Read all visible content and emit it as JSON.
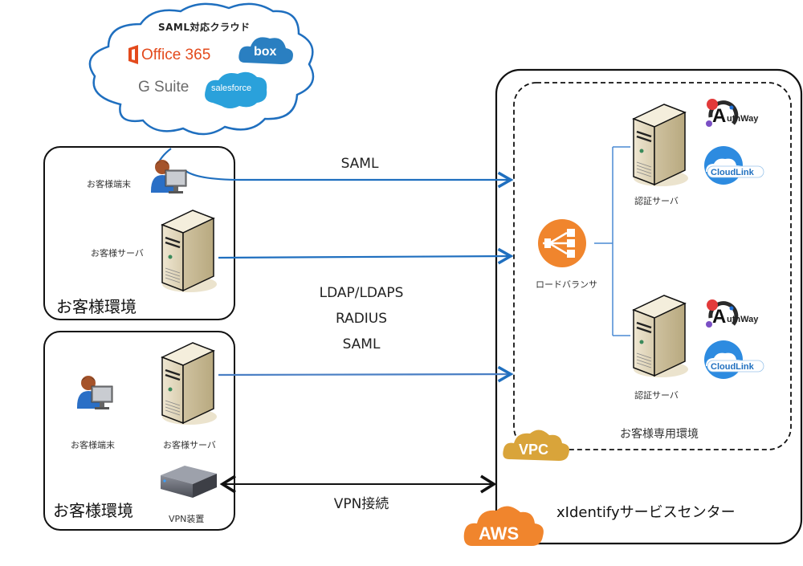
{
  "cloud": {
    "title": "SAML対応クラウド",
    "services": [
      {
        "name": "Office 365",
        "icon": "office365-logo",
        "color": "#e34a1c"
      },
      {
        "name": "box",
        "icon": "box-logo",
        "color": "#2a7fc1"
      },
      {
        "name": "G Suite",
        "icon": "gsuite-logo",
        "color": "#6b6b6b"
      },
      {
        "name": "salesforce",
        "icon": "salesforce-logo",
        "color": "#2aa1db"
      }
    ]
  },
  "customer_env_1": {
    "title": "お客様環境",
    "terminal_label": "お客様端末",
    "server_label": "お客様サーバ"
  },
  "customer_env_2": {
    "title": "お客様環境",
    "terminal_label": "お客様端末",
    "server_label": "お客様サーバ",
    "vpn_label": "VPN装置"
  },
  "protocols": {
    "saml_top": "SAML",
    "middle": [
      "LDAP/LDAPS",
      "RADIUS",
      "SAML"
    ],
    "vpn": "VPN接続"
  },
  "service_center": {
    "title": "xIdentifyサービスセンター",
    "aws_badge": "AWS",
    "vpc_badge": "VPC",
    "vpc_label": "お客様専用環境",
    "load_balancer_label": "ロードバランサ",
    "auth_servers": [
      {
        "label": "認証サーバ",
        "products": [
          "AuthWay",
          "CloudLink"
        ]
      },
      {
        "label": "認証サーバ",
        "products": [
          "AuthWay",
          "CloudLink"
        ]
      }
    ]
  },
  "colors": {
    "arrow_blue": "#1f6fbf",
    "aws_orange": "#f0852d",
    "vpc_gold": "#d9a43a",
    "cloud_outline": "#1f6fbf"
  }
}
